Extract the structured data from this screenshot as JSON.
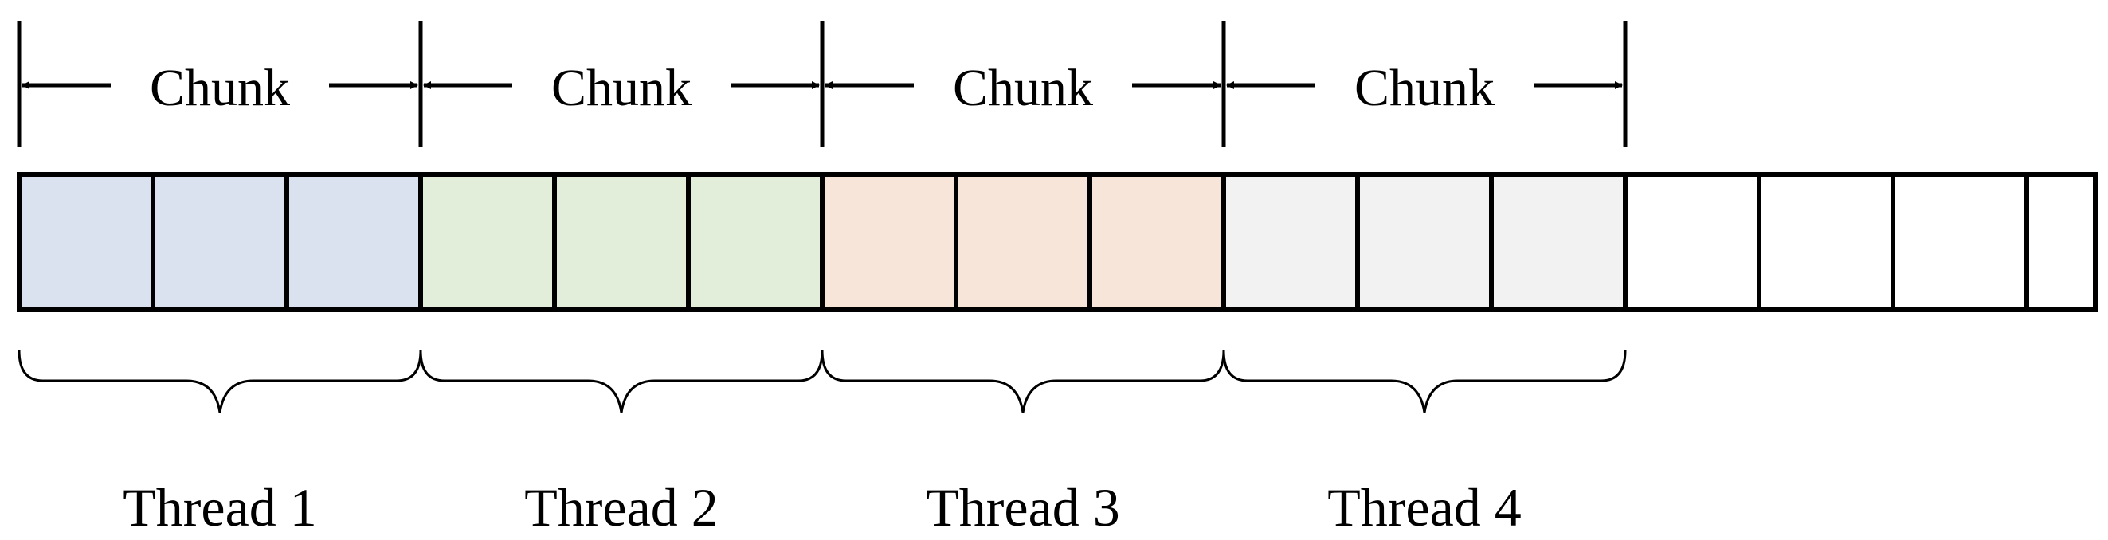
{
  "chunks": [
    {
      "label": "Chunk",
      "thread": "Thread 1",
      "fill": "#dae1ef"
    },
    {
      "label": "Chunk",
      "thread": "Thread 2",
      "fill": "#e2eed9"
    },
    {
      "label": "Chunk",
      "thread": "Thread 3",
      "fill": "#f8e5d9"
    },
    {
      "label": "Chunk",
      "thread": "Thread 4",
      "fill": "#f2f2f2"
    }
  ],
  "cells_per_chunk": 3,
  "unassigned_cells": 4,
  "colors": {
    "stroke": "#000000",
    "empty_cell": "#ffffff"
  }
}
